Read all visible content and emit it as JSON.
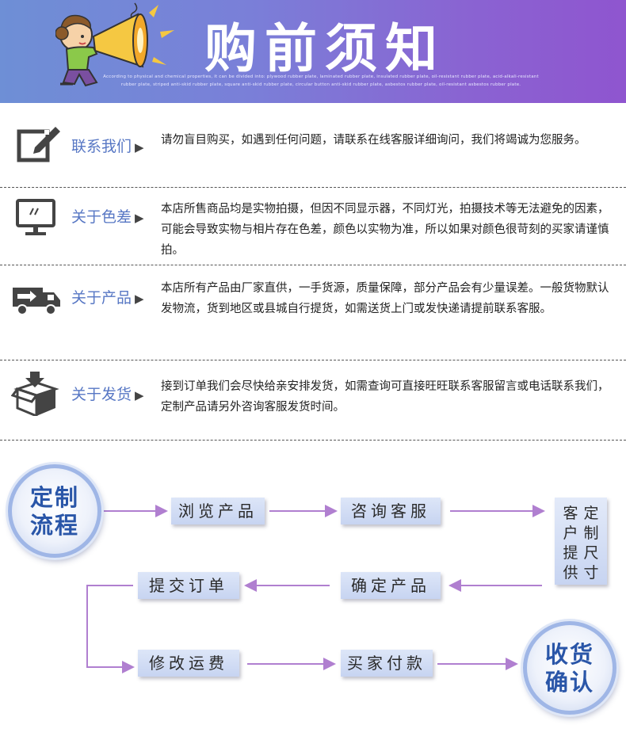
{
  "banner": {
    "title": "购前须知",
    "subtitle": "According to physical and chemical properties, it can be divided into: plywood rubber plate, laminated rubber plate, insulated rubber plate, oil-resistant rubber plate, acid-alkali-resistant rubber plate, striped anti-skid rubber plate, square anti-skid rubber plate, circular button anti-skid rubber plate, asbestos rubber plate, oil-resistant asbestos rubber plate.",
    "background_colors": [
      "#6e8fd6",
      "#8f55cf"
    ]
  },
  "notices": [
    {
      "icon": "edit-icon",
      "label": "联系我们",
      "text": "请勿盲目购买，如遇到任何问题，请联系在线客服详细询问，我们将竭诚为您服务。"
    },
    {
      "icon": "monitor-icon",
      "label": "关于色差",
      "text": "本店所售商品均是实物拍摄，但因不同显示器，不同灯光，拍摄技术等无法避免的因素，可能会导致实物与相片存在色差，颜色以实物为准，所以如果对颜色很苛刻的买家请谨慎拍。"
    },
    {
      "icon": "truck-icon",
      "label": "关于产品",
      "text": "本店所有产品由厂家直供，一手货源，质量保障，部分产品会有少量误差。一般货物默认发物流，货到地区或县城自行提货，如需送货上门或发快递请提前联系客服。"
    },
    {
      "icon": "box-icon",
      "label": "关于发货",
      "text": "接到订单我们会尽快给亲安排发货，如需查询可直接旺旺联系客服留言或电话联系我们，定制产品请另外咨询客服发货时间。"
    }
  ],
  "flow": {
    "start": "定制流程",
    "browse": "浏览产品",
    "consult": "咨询客服",
    "customer_size": {
      "col1": "客户提供",
      "col2": "定制尺寸"
    },
    "confirm_product": "确定产品",
    "submit_order": "提交订单",
    "modify_shipping": "修改运费",
    "buyer_pay": "买家付款",
    "end": "收货确认",
    "accent_color": "#9fb6e6",
    "arrow_color": "#b07fd0"
  }
}
